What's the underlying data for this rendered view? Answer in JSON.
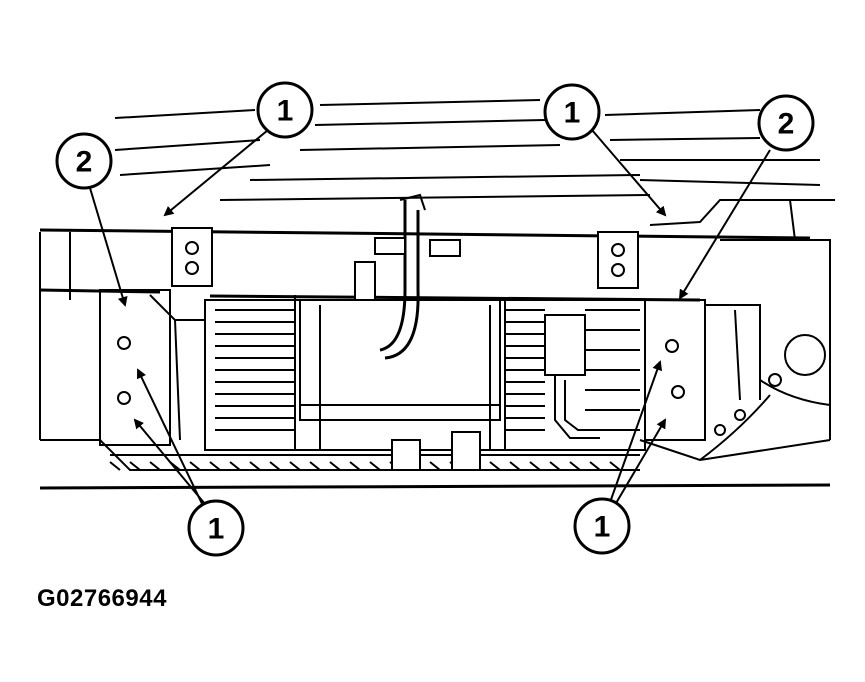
{
  "figure_id": "G02766944",
  "callouts": [
    {
      "label": "1"
    },
    {
      "label": "1"
    },
    {
      "label": "2"
    },
    {
      "label": "2"
    },
    {
      "label": "1"
    },
    {
      "label": "1"
    }
  ]
}
